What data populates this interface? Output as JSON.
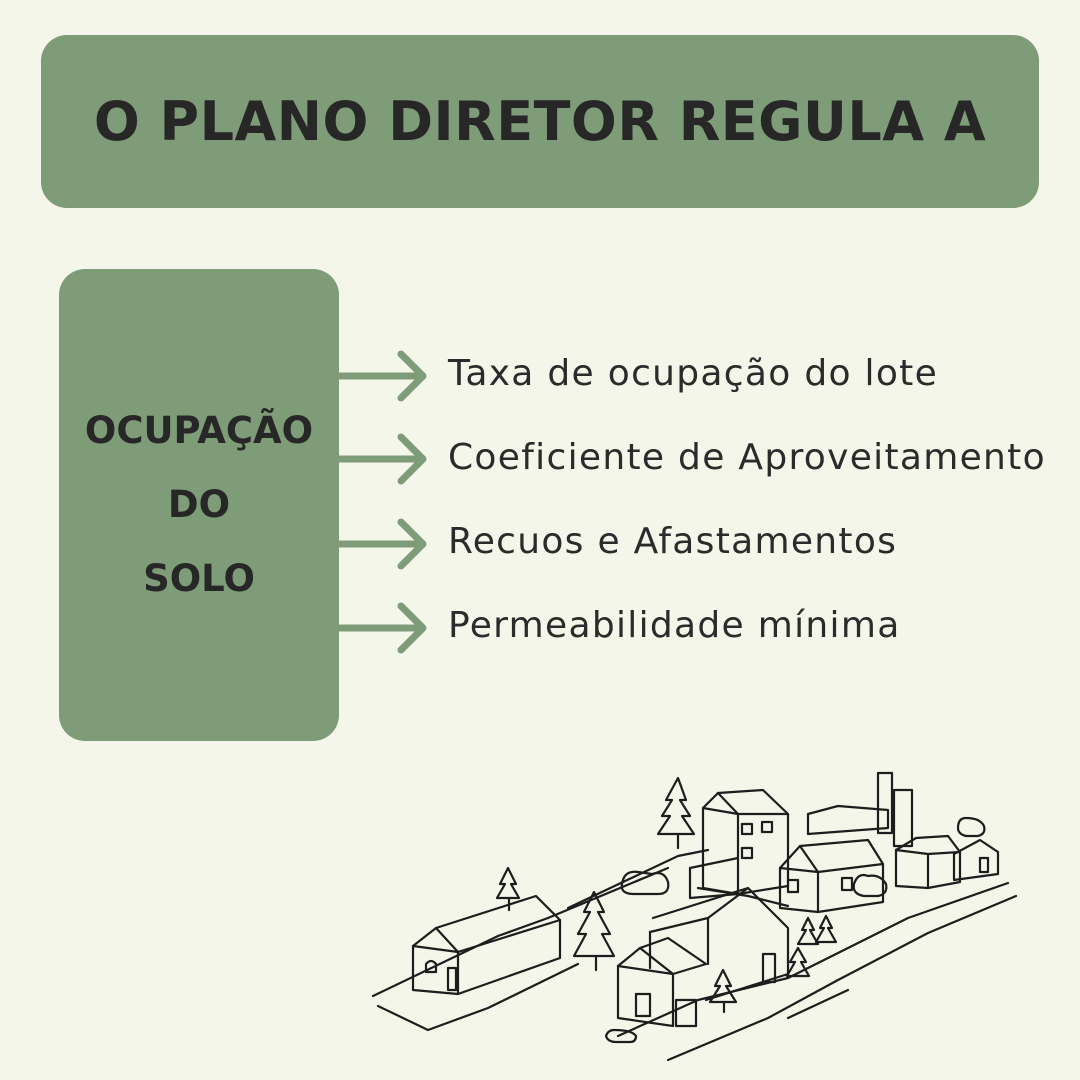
{
  "header": {
    "title": "O PLANO DIRETOR REGULA A"
  },
  "side": {
    "lines": [
      "OCUPAÇÃO",
      "DO",
      "SOLO"
    ]
  },
  "items": [
    "Taxa de ocupação do lote",
    "Coeficiente de Aproveitamento",
    "Recuos e Afastamentos",
    "Permeabilidade mínima"
  ],
  "colors": {
    "background": "#f5f6ea",
    "box": "#7e9c78",
    "text": "#272727",
    "arrow": "#7e9c78"
  },
  "illustration": {
    "name": "village-line-drawing"
  }
}
